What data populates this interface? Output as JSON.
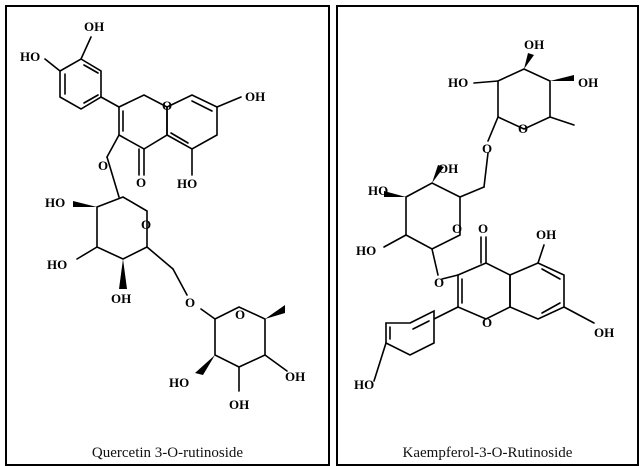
{
  "panels": [
    {
      "caption": "Quercetin 3-O-rutinoside",
      "atom_labels": [
        "OH",
        "HO",
        "O",
        "OH",
        "O",
        "O",
        "HO",
        "HO",
        "O",
        "HO",
        "OH",
        "O",
        "O",
        "HO",
        "OH",
        "OH"
      ]
    },
    {
      "caption": "Kaempferol-3-O-Rutinoside",
      "atom_labels": [
        "OH",
        "HO",
        "OH",
        "O",
        "O",
        "OH",
        "HO",
        "HO",
        "O",
        "O",
        "O",
        "OH",
        "O",
        "OH",
        "HO"
      ]
    }
  ]
}
